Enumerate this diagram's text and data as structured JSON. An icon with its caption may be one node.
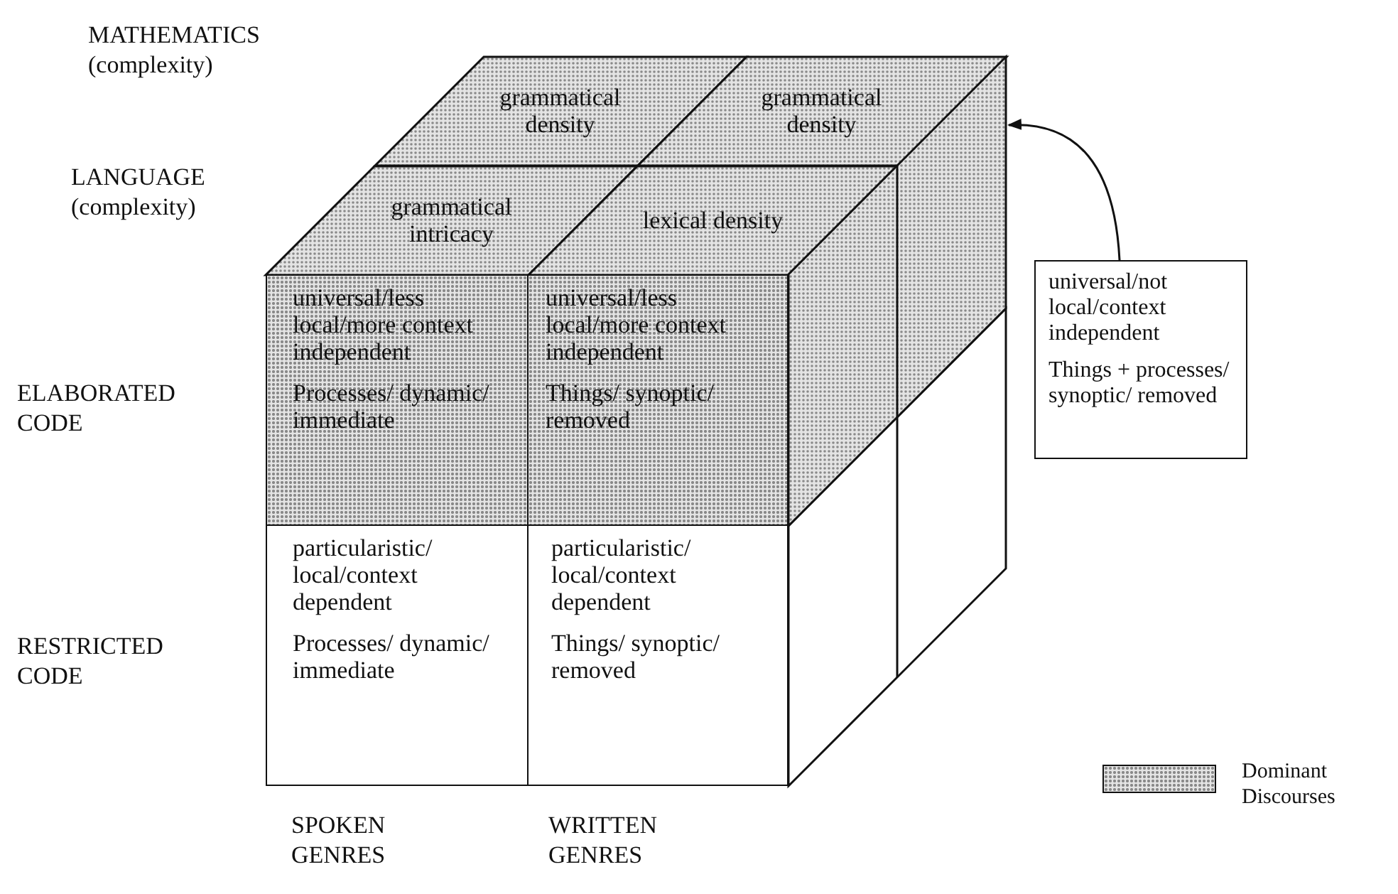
{
  "diagram": {
    "nodes": [
      {
        "text": [
          "grammatical density"
        ]
      },
      {
        "text": [
          "grammatical density"
        ]
      },
      {
        "text": [
          "grammatical intricacy"
        ]
      },
      {
        "text": [
          "lexical density"
        ]
      },
      {
        "text": [
          "universal/less local/more context independent",
          "Processes/ dynamic/ immediate"
        ]
      },
      {
        "text": [
          "universal/less local/more context independent",
          "Things/ synoptic/ removed"
        ]
      },
      {
        "text": [
          "particularistic/ local/context dependent",
          "Processes/ dynamic/ immediate"
        ]
      },
      {
        "text": [
          "particularistic/ local/context dependent",
          "Things/ synoptic/ removed"
        ]
      },
      {
        "text": [
          "universal/not local/context independent",
          "Things + processes/ synoptic/ removed"
        ]
      },
      {
        "text": [],
        "shape": "box"
      }
    ],
    "edges": [
      {
        "from": 8,
        "to": 9,
        "arrow": "to"
      }
    ],
    "labels": [
      "MATHEMATICS (complexity)",
      "LANGUAGE (complexity)",
      "ELABORATED CODE",
      "RESTRICTED CODE",
      "SPOKEN GENRES",
      "WRITTEN GENRES"
    ],
    "legend": [
      {
        "text": "Dominant Discourses"
      }
    ]
  }
}
